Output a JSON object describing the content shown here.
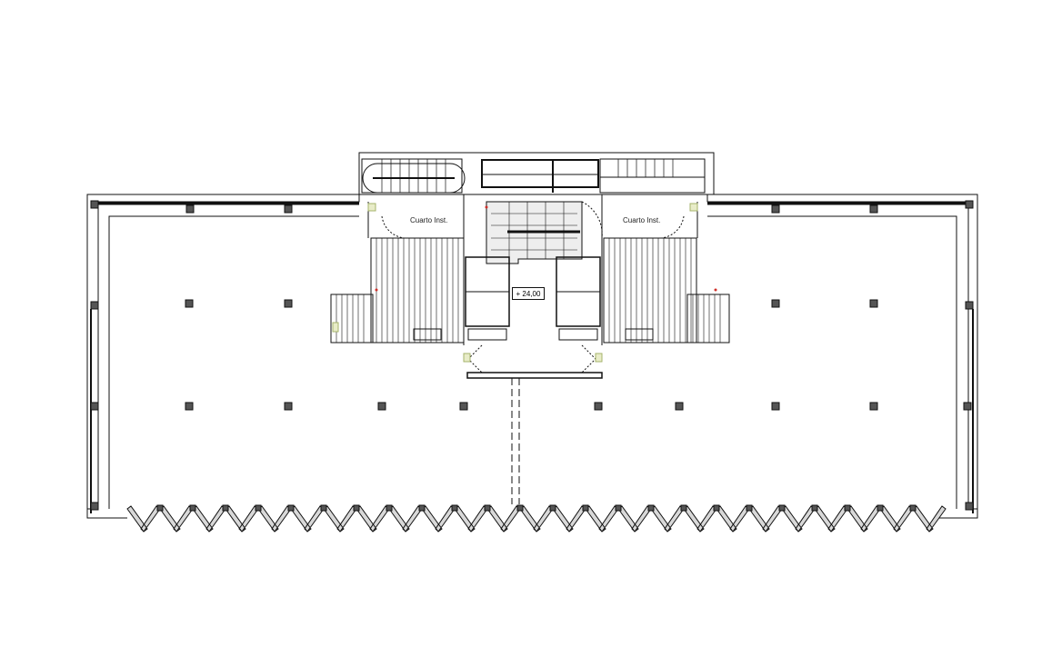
{
  "plan": {
    "type": "architectural floor plan",
    "rooms": [
      {
        "id": "left",
        "label": "Cuarto Inst."
      },
      {
        "id": "right",
        "label": "Cuarto Inst."
      }
    ],
    "elevation_marker": "+ 24,00",
    "colors": {
      "line": "#111111",
      "fill_gray": "#d8d8d8",
      "column": "#555555",
      "accent_green": "#a6b36b",
      "accent_red": "#d0302a",
      "background": "#ffffff"
    }
  }
}
